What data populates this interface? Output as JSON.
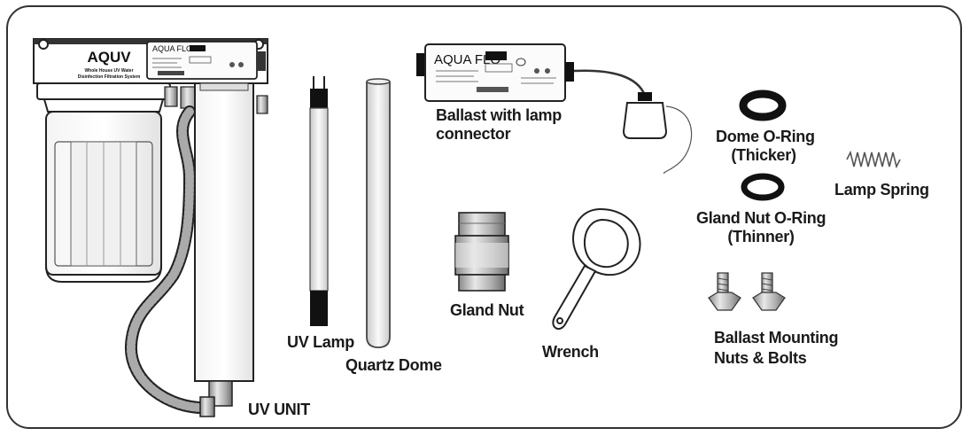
{
  "unit_brand": "AQUV",
  "unit_subtitle_1": "Whole House UV Water",
  "unit_subtitle_2": "Disinfection Filtration System",
  "ballast_brand": "AQUA FLO",
  "unit_ballast_brand": "AQUA FLO",
  "labels": {
    "ballast": [
      "Ballast with lamp",
      "connector"
    ],
    "dome_oring": [
      "Dome O-Ring",
      "(Thicker)"
    ],
    "lamp_spring": "Lamp Spring",
    "gland_oring": [
      "Gland Nut O-Ring",
      "(Thinner)"
    ],
    "gland_nut": "Gland Nut",
    "wrench": "Wrench",
    "uv_lamp": "UV Lamp",
    "quartz_dome": "Quartz Dome",
    "ballast_bolts": [
      "Ballast Mounting",
      "Nuts & Bolts"
    ],
    "uv_unit": "UV UNIT"
  },
  "colors": {
    "outline": "#333333",
    "metal": "#b5b5b5",
    "dark": "#111111"
  }
}
